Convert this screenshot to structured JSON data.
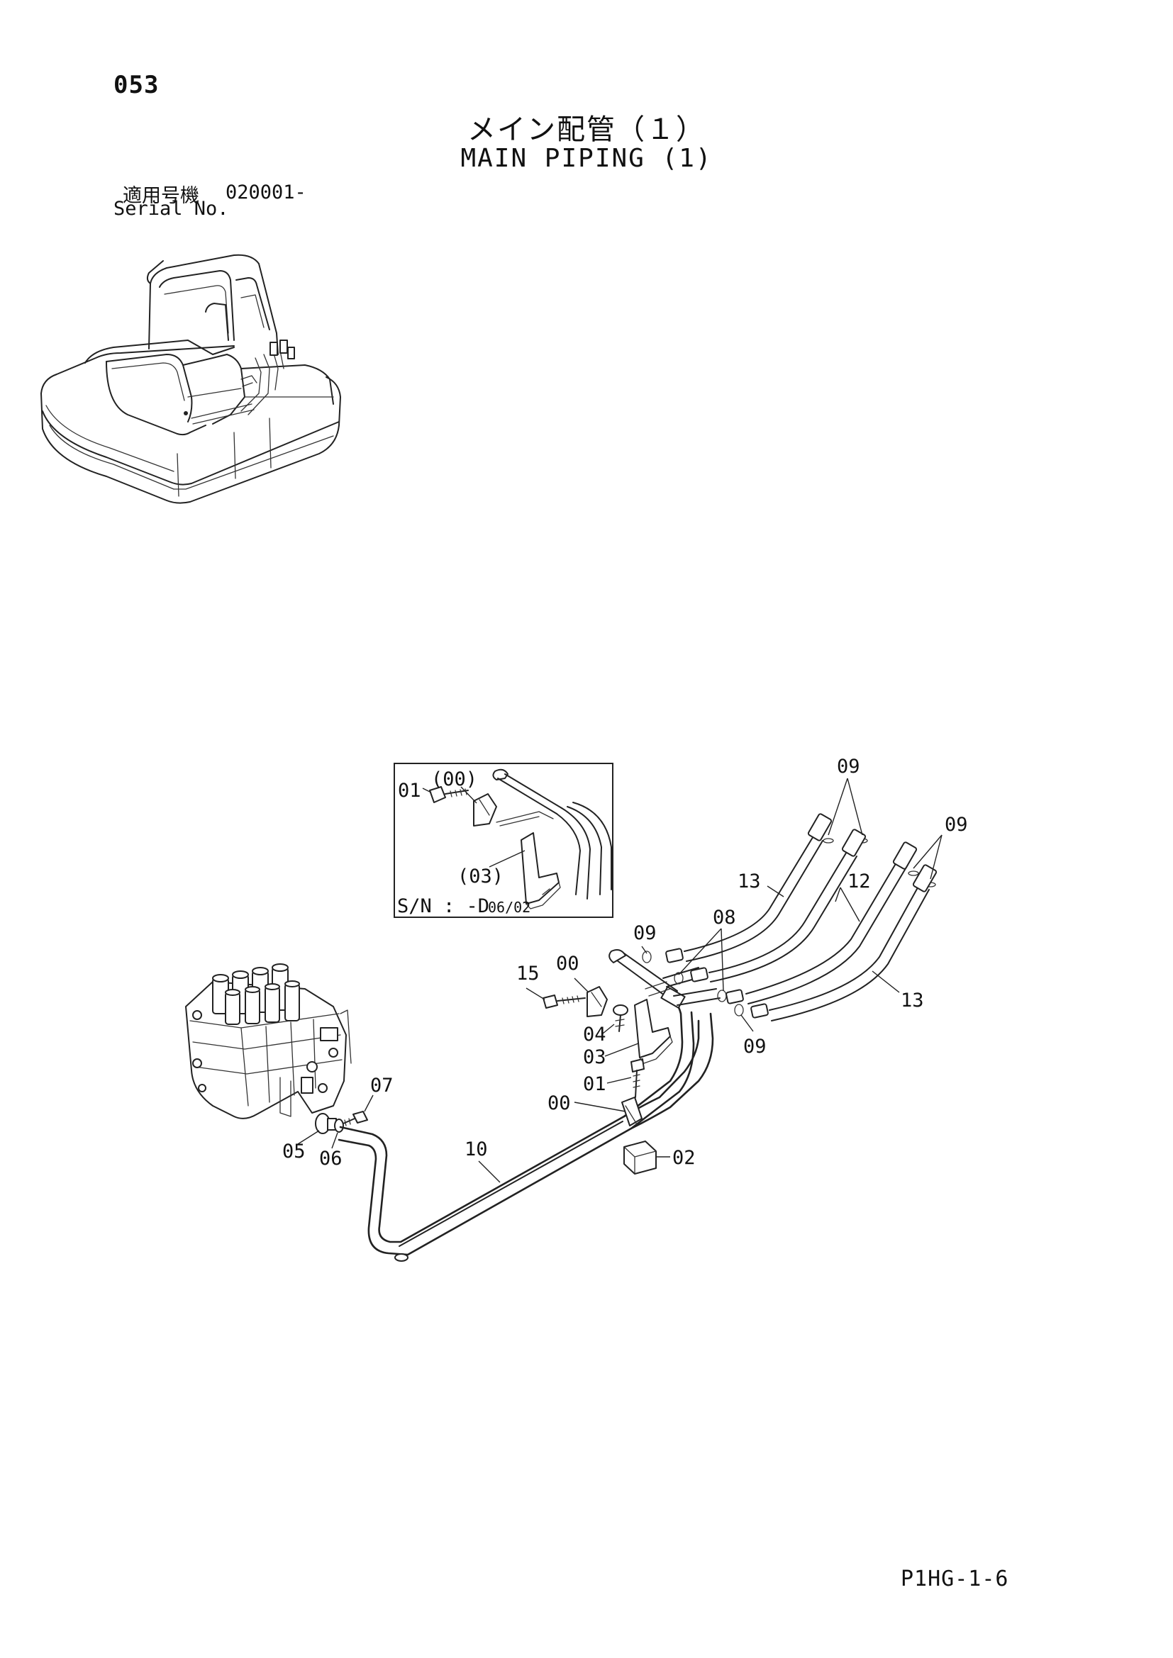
{
  "page_number": "053",
  "title_jp": "メイン配管（１）",
  "title_en": "MAIN PIPING (1)",
  "serial": {
    "label_jp": "適用号機",
    "value": "020001-",
    "label_en": "Serial No."
  },
  "inset": {
    "serial_prefix": "S/N : -D",
    "serial_suffix": "06/02",
    "labels": {
      "p01": "01",
      "p00": "(00)",
      "p03": "(03)"
    }
  },
  "callouts": {
    "c09a": "09",
    "c09b": "09",
    "c09c": "09",
    "c09d": "09",
    "c13a": "13",
    "c13b": "13",
    "c12": "12",
    "c08": "08",
    "c00a": "00",
    "c00b": "00",
    "c15": "15",
    "c04": "04",
    "c03": "03",
    "c01": "01",
    "c02": "02",
    "c10": "10",
    "c07": "07",
    "c05": "05",
    "c06": "06"
  },
  "footer_code": "P1HG-1-6"
}
